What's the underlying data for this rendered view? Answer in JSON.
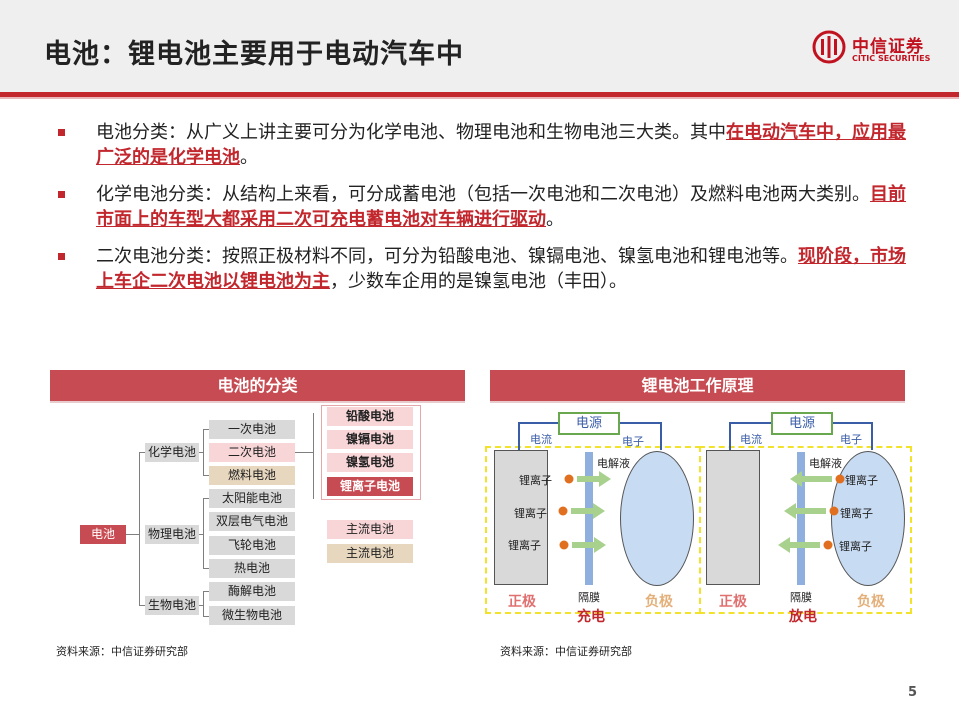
{
  "header": {
    "title": "电池：锂电池主要用于电动汽车中",
    "logo": {
      "cn": "中信证券",
      "en": "CITIC SECURITIES",
      "color": "#c1121f"
    }
  },
  "bullets": [
    {
      "prefix": "电池分类：从广义上讲主要可分为化学电池、物理电池和生物电池三大类。其中",
      "highlight": "在电动汽车中，应用最广泛的是化学电池",
      "suffix": "。"
    },
    {
      "prefix": "化学电池分类：从结构上来看，可分成蓄电池（包括一次电池和二次电池）及燃料电池两大类别。",
      "highlight": "目前市面上的车型大都采用二次可充电蓄电池对车辆进行驱动",
      "suffix": "。"
    },
    {
      "prefix": "二次电池分类：按照正极材料不同，可分为铅酸电池、镍镉电池、镍氢电池和锂电池等。",
      "highlight": "现阶段，市场上车企二次电池以锂电池为主",
      "suffix": "，少数车企用的是镍氢电池（丰田）。"
    }
  ],
  "left_panel": {
    "title": "电池的分类",
    "root": "电池",
    "chem": "化学电池",
    "phys": "物理电池",
    "bio": "生物电池",
    "chem_items": [
      "一次电池",
      "二次电池",
      "燃料电池"
    ],
    "phys_items": [
      "太阳能电池",
      "双层电气电池",
      "飞轮电池",
      "热电池"
    ],
    "bio_items": [
      "酶解电池",
      "微生物电池"
    ],
    "secondary_types": [
      "铅酸电池",
      "镍镉电池",
      "镍氢电池",
      "锂离子电池"
    ],
    "legend": [
      "主流电池",
      "主流电池"
    ],
    "source": "资料来源：中信证券研究部"
  },
  "right_panel": {
    "title": "锂电池工作原理",
    "charge": {
      "power": "电源",
      "current": "电流",
      "electron": "电子",
      "electrolyte": "电解液",
      "ions": [
        "锂离子",
        "锂离子",
        "锂离子"
      ],
      "separator": "隔膜",
      "positive": "正极",
      "negative": "负极",
      "mode": "充电"
    },
    "discharge": {
      "power": "电源",
      "current": "电流",
      "electron": "电子",
      "electrolyte": "电解液",
      "ions": [
        "锂离子",
        "锂离子",
        "锂离子"
      ],
      "separator": "隔膜",
      "positive": "正极",
      "negative": "负极",
      "mode": "放电"
    },
    "source": "资料来源：中信证券研究部"
  },
  "page_number": "5",
  "colors": {
    "accent": "#c1272d",
    "panel": "#c74b52",
    "blue": "#3a5da8",
    "green": "#6aa84f",
    "orange": "#e07020",
    "negative": "#e4b07a"
  }
}
